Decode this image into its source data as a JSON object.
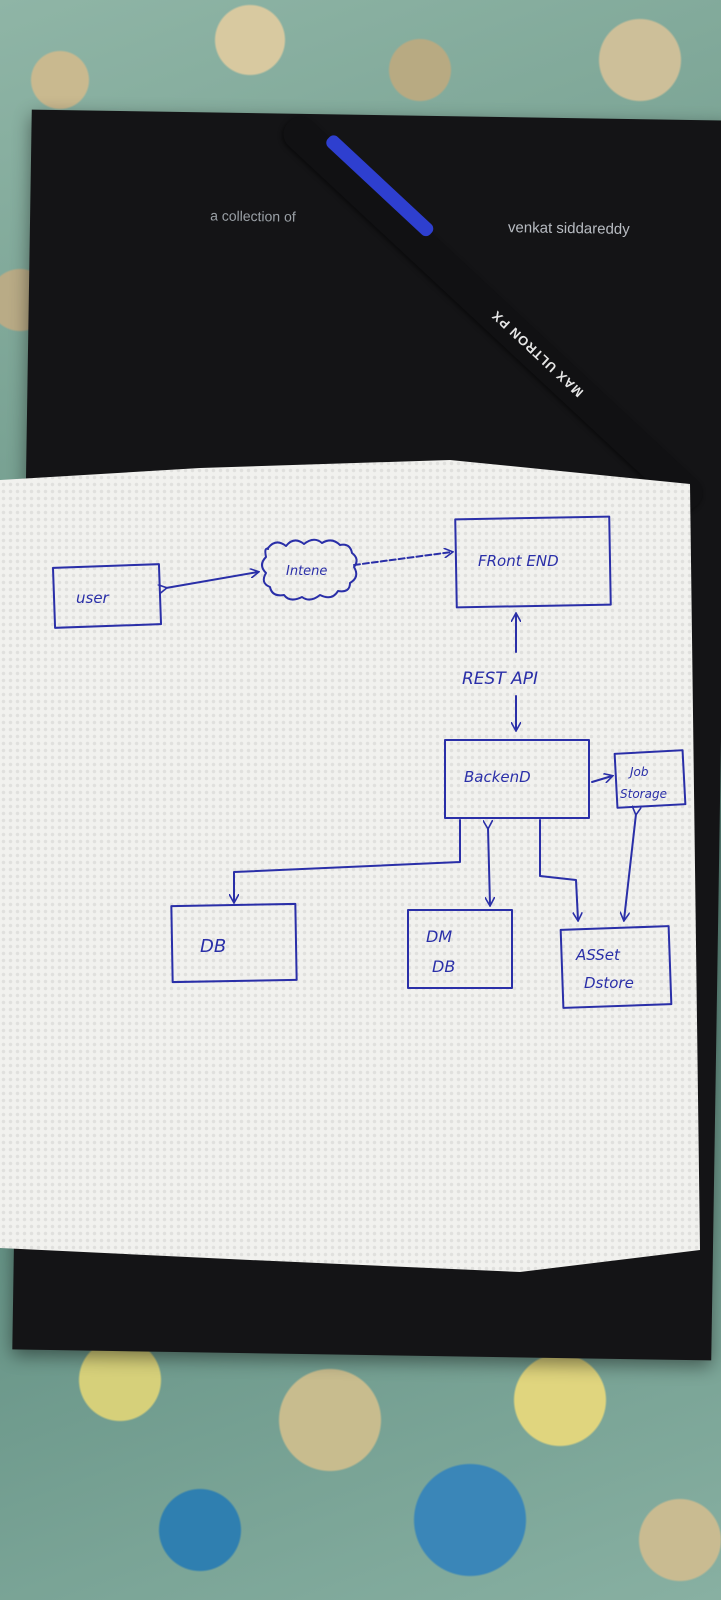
{
  "book": {
    "subtitle": "a collection of ",
    "author": "venkat siddareddy"
  },
  "pen": {
    "brand": "MAX ULTRON PX"
  },
  "diagram": {
    "ink_color": "#2a2fa8",
    "nodes": {
      "user": "user",
      "internet": "Intene",
      "frontend": "FRont END",
      "rest_api": "REST API",
      "backend": "BackenD",
      "job_storage_1": "Job",
      "job_storage_2": "Storage",
      "db": "DB",
      "dm_db_1": "DM",
      "dm_db_2": "DB",
      "asset_store_1": "ASSet",
      "asset_store_2": "Dstore"
    }
  }
}
